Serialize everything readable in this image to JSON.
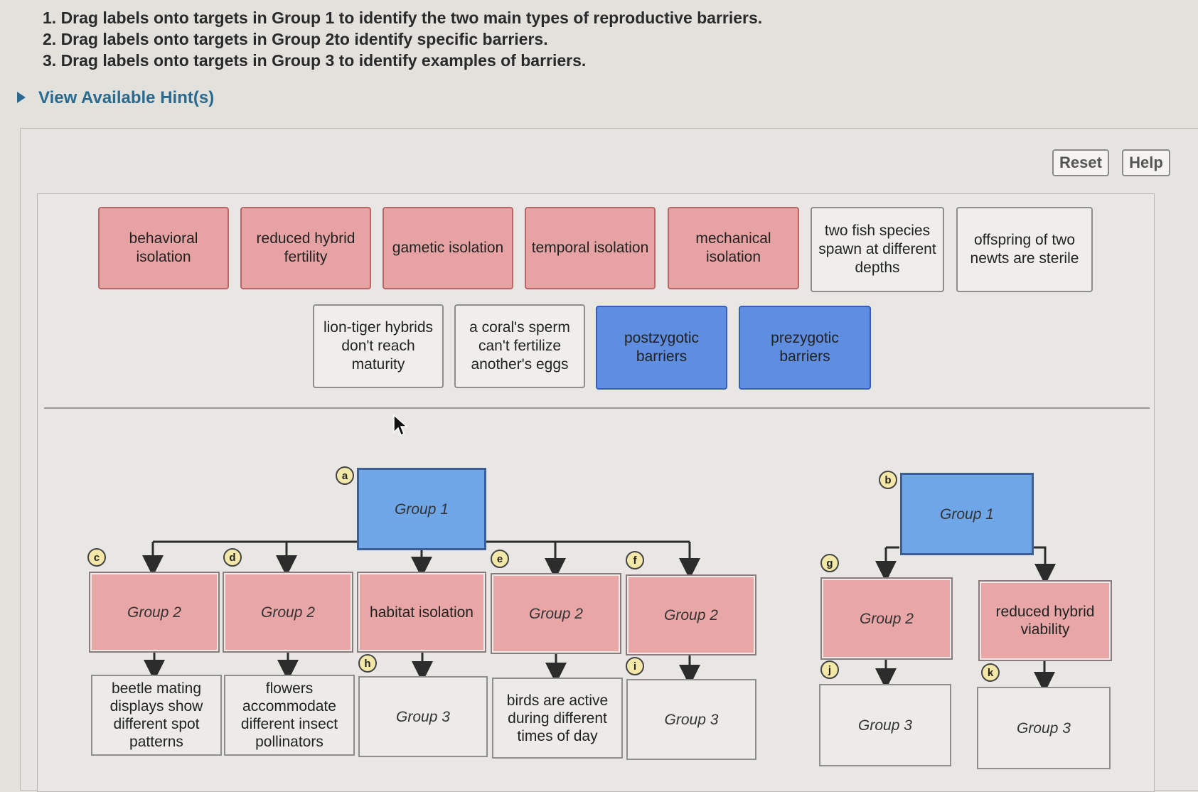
{
  "instructions": [
    "1. Drag labels onto targets in Group 1 to identify the two main types of  reproductive barriers.",
    "2. Drag labels onto targets in Group 2to identify specific barriers.",
    "3. Drag labels onto targets in Group 3 to identify examples of barriers."
  ],
  "hint_label": "View Available Hint(s)",
  "toolbar": {
    "reset": "Reset",
    "help": "Help"
  },
  "labels": [
    "behavioral isolation",
    "reduced hybrid fertility",
    "gametic isolation",
    "temporal isolation",
    "mechanical isolation",
    "two fish species spawn at different depths",
    "offspring of two newts are sterile",
    "lion-tiger hybrids don't reach maturity",
    "a coral's sperm can't fertilize another's eggs",
    "postzygotic barriers",
    "prezygotic barriers"
  ],
  "tree_left": {
    "root": {
      "badge": "a",
      "text": "Group 1"
    },
    "level2": [
      {
        "badge": "c",
        "text": "Group 2"
      },
      {
        "badge": "d",
        "text": "Group 2"
      },
      {
        "badge": "",
        "text": "habitat isolation"
      },
      {
        "badge": "e",
        "text": "Group 2"
      },
      {
        "badge": "f",
        "text": "Group 2"
      }
    ],
    "level3": [
      {
        "badge": "",
        "text": "beetle mating displays show different spot patterns"
      },
      {
        "badge": "",
        "text": "flowers accommodate different insect pollinators"
      },
      {
        "badge": "h",
        "text": "Group 3"
      },
      {
        "badge": "",
        "text": "birds are active during different times of day"
      },
      {
        "badge": "i",
        "text": "Group 3"
      }
    ]
  },
  "tree_right": {
    "root": {
      "badge": "b",
      "text": "Group 1"
    },
    "level2": [
      {
        "badge": "g",
        "text": "Group 2"
      },
      {
        "badge": "",
        "text": "reduced hybrid viability"
      }
    ],
    "level3": [
      {
        "badge": "j",
        "text": "Group 3"
      },
      {
        "badge": "k",
        "text": "Group 3"
      }
    ]
  }
}
